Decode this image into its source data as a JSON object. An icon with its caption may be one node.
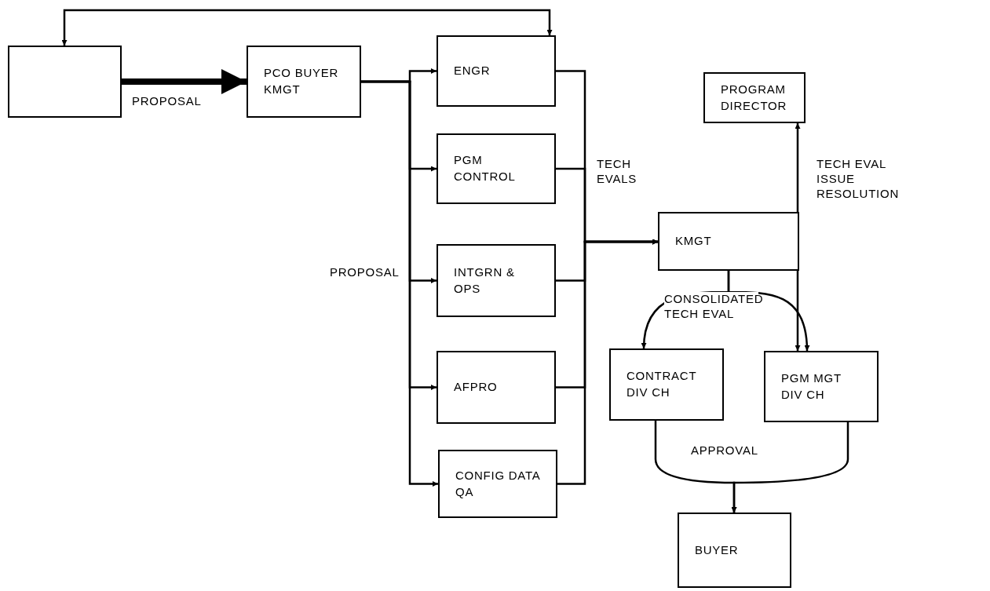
{
  "diagram": {
    "nodes": [
      {
        "text": [],
        "shape": "box"
      },
      {
        "text": [
          "PCO BUYER KMGT"
        ]
      },
      {
        "text": [
          "ENGR"
        ]
      },
      {
        "text": [
          "PGM CONTROL"
        ]
      },
      {
        "text": [
          "INTGRN & OPS"
        ]
      },
      {
        "text": [
          "AFPRO"
        ]
      },
      {
        "text": [
          "CONFIG DATA QA"
        ]
      },
      {
        "text": [
          "KMGT"
        ]
      },
      {
        "text": [
          "PROGRAM DIRECTOR"
        ]
      },
      {
        "text": [
          "CONTRACT DIV CH"
        ]
      },
      {
        "text": [
          "PGM MGT DIV CH"
        ]
      },
      {
        "text": [
          "BUYER"
        ]
      }
    ],
    "edges": [
      {
        "from": 0,
        "to": 1,
        "arrow": "to",
        "label": "PROPOSAL",
        "style": "thick"
      },
      {
        "from": 1,
        "to": 2,
        "arrow": "to"
      },
      {
        "from": 1,
        "to": 3,
        "arrow": "to"
      },
      {
        "from": 1,
        "to": 4,
        "arrow": "to",
        "label": "PROPOSAL"
      },
      {
        "from": 1,
        "to": 5,
        "arrow": "to"
      },
      {
        "from": 1,
        "to": 6,
        "arrow": "to"
      },
      {
        "from": 2,
        "to": 7,
        "arrow": "to"
      },
      {
        "from": 3,
        "to": 7,
        "arrow": "to",
        "label": "TECH EVALS"
      },
      {
        "from": 4,
        "to": 7,
        "arrow": "to"
      },
      {
        "from": 5,
        "to": 7,
        "arrow": "to"
      },
      {
        "from": 6,
        "to": 7,
        "arrow": "to"
      },
      {
        "from": 0,
        "to": 2,
        "arrow": "both"
      },
      {
        "from": 7,
        "to": 9,
        "arrow": "to"
      },
      {
        "from": 7,
        "to": 10,
        "arrow": "to",
        "label": "CONSOLIDATED TECH EVAL"
      },
      {
        "from": 8,
        "to": 10,
        "arrow": "both",
        "label": "TECH EVAL ISSUE RESOLUTION"
      },
      {
        "from": 9,
        "to": 11,
        "arrow": "to"
      },
      {
        "from": 10,
        "to": 11,
        "arrow": "to",
        "label": "APPROVAL"
      }
    ]
  }
}
